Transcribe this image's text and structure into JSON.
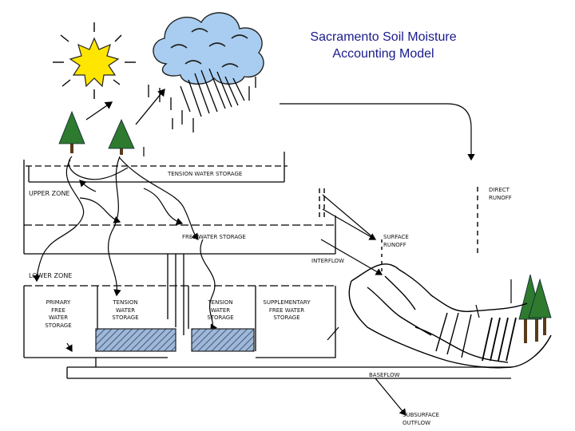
{
  "title": {
    "line1": "Sacramento Soil Moisture",
    "line2": "Accounting Model"
  },
  "labels": {
    "tension_water_storage_upper": "TENSION   WATER   STORAGE",
    "upper_zone": "UPPER ZONE",
    "direct_runoff": [
      "DIRECT",
      "RUNOFF"
    ],
    "free_water_storage": "FREE WATER STORAGE",
    "surface_runoff": [
      "SURFACE",
      "RUNOFF"
    ],
    "interflow": "INTERFLOW",
    "lower_zone": "LOWER ZONE",
    "primary_free_water_storage": [
      "PRIMARY",
      "FREE",
      "WATER",
      "STORAGE"
    ],
    "tension_water_storage_lower_1": [
      "TENSION",
      "WATER",
      "STORAGE"
    ],
    "tension_water_storage_lower_2": [
      "TENSION",
      "WATER",
      "STORAGE"
    ],
    "supplementary_free_water_storage": [
      "SUPPLEMENTARY",
      "FREE WATER",
      "STORAGE"
    ],
    "baseflow": "BASEFLOW",
    "subsurface_outflow": [
      "SUBSURFACE",
      "OUTFLOW"
    ]
  },
  "colors": {
    "title": "#1a1a8c",
    "sun_fill": "#ffe600",
    "cloud_fill": "#a9cdf0",
    "hatch_fill": "#9fb8d8",
    "tree_green": "#2e7a2e",
    "line": "#000000"
  }
}
